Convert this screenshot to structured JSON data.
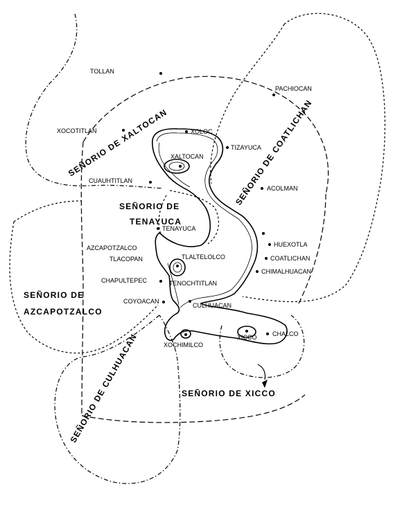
{
  "places": {
    "tollan": "TOLLAN",
    "pachiocan": "PACHIOCAN",
    "xocotitlan": "XOCOTITLAN",
    "xoloc": "XOLOC",
    "tizayuca": "TIZAYUCA",
    "xaltocan": "XALTOCAN",
    "cuauhtitlan": "CUAUHTITLAN",
    "acolman": "ACOLMAN",
    "tenayuca": "TENAYUCA",
    "azcapotzalco": "AZCAPOTZALCO",
    "tlacopan": "TLACOPAN",
    "tlaltelolco": "TLALTELOLCO",
    "huexotla": "HUEXOTLA",
    "coatlichan": "COATLICHAN",
    "chimalhuacan": "CHIMALHUACAN",
    "chapultepec": "CHAPULTEPEC",
    "tenochtitlan": "TENOCHTITLAN",
    "coyoacan": "COYOACAN",
    "culhuacan": "CULHUACAN",
    "xicco": "XICCO",
    "chalco": "CHALCO",
    "xochimilco": "XOCHIMILCO"
  },
  "regions": {
    "xaltocan": "SEÑORIO DE XALTOCAN",
    "coatlichan": "SEÑORIO DE COATLICHAN",
    "tenayuca_line1": "SEÑORIO DE",
    "tenayuca_line2": "TENAYUCA",
    "azcapotzalco_line1": "SEÑORIO DE",
    "azcapotzalco_line2": "AZCAPOTZALCO",
    "culhuacan": "SEÑORIO DE CULHUACAN",
    "xicco": "SEÑORIO DE XICCO"
  }
}
